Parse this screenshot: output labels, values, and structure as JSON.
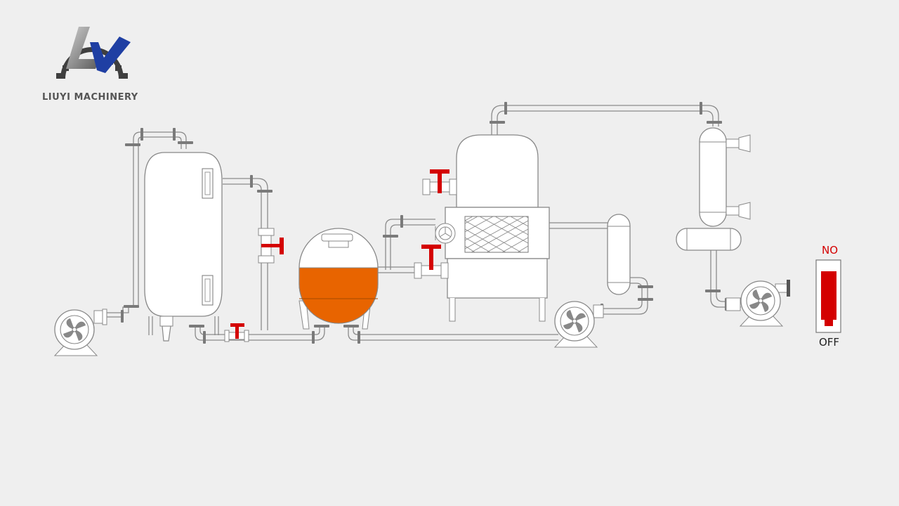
{
  "brand": {
    "name": "LIUYI MACHINERY",
    "logo_icon": "ly-gear-logo-icon"
  },
  "switch": {
    "on_label": "NO",
    "off_label": "OFF",
    "state": "on"
  },
  "colors": {
    "line": "#8a8a8a",
    "flange": "#7a7a7a",
    "valve": "#d40000",
    "liquid": "#e86400",
    "background": "#efefef",
    "logo_blue": "#1f3fa3"
  }
}
